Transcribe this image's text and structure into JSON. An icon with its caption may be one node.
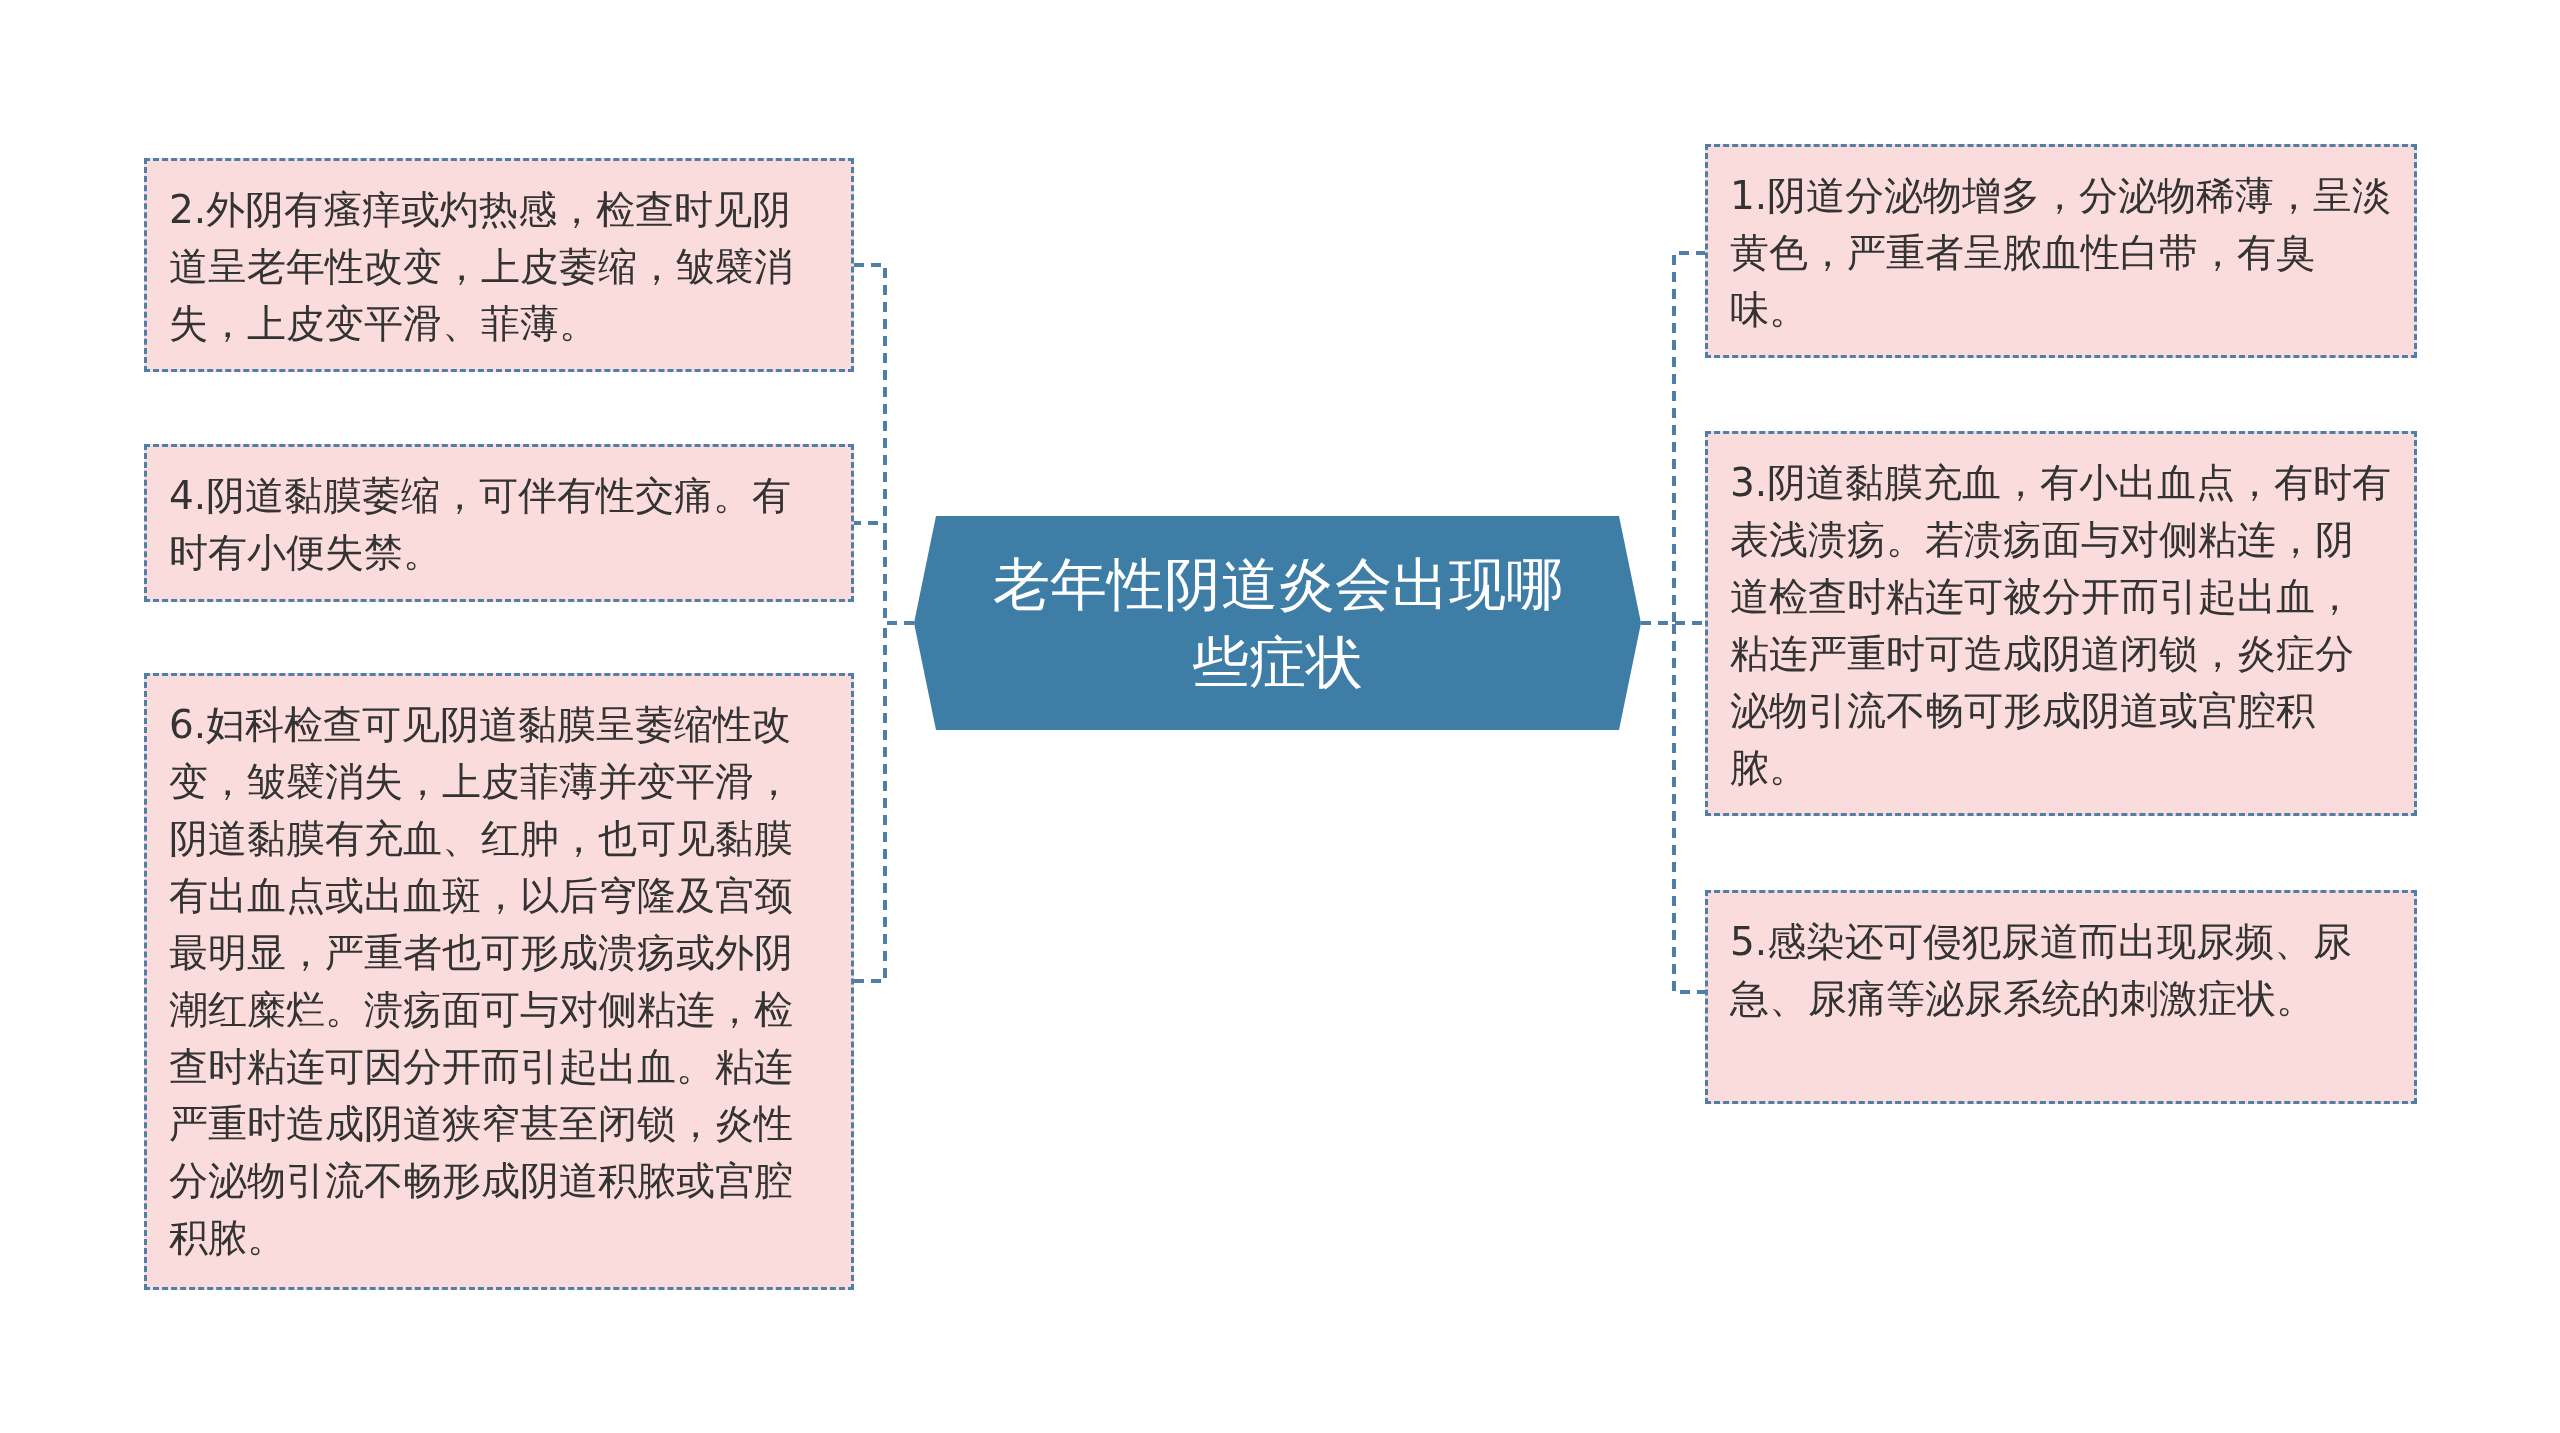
{
  "diagram": {
    "nodes": [
      {
        "text": [
          "老年性阴道炎会出现哪些症状"
        ]
      },
      {
        "text": [
          "1.阴道分泌物增多，分泌物稀薄，呈淡黄色，严重者呈脓血性白带，有臭味。"
        ]
      },
      {
        "text": [
          "2.外阴有瘙痒或灼热感，检查时见阴道呈老年性改变，上皮萎缩，皱襞消失，上皮变平滑、菲薄。"
        ]
      },
      {
        "text": [
          "3.阴道黏膜充血，有小出血点，有时有表浅溃疡。若溃疡面与对侧粘连，阴道检查时粘连可被分开而引起出血，粘连严重时可造成阴道闭锁，炎症分泌物引流不畅可形成阴道或宫腔积脓。"
        ]
      },
      {
        "text": [
          "4.阴道黏膜萎缩，可伴有性交痛。有时有小便失禁。"
        ]
      },
      {
        "text": [
          "5.感染还可侵犯尿道而出现尿频、尿急、尿痛等泌尿系统的刺激症状。"
        ]
      },
      {
        "text": [
          "6.妇科检查可见阴道黏膜呈萎缩性改变，皱襞消失，上皮菲薄并变平滑，阴道黏膜有充血、红肿，也可见黏膜有出血点或出血斑，以后穹隆及宫颈最明显，严重者也可形成溃疡或外阴潮红糜烂。溃疡面可与对侧粘连，检查时粘连可因分开而引起出血。粘连严重时造成阴道狭窄甚至闭锁，炎性分泌物引流不畅形成阴道积脓或宫腔积脓。"
        ]
      }
    ],
    "edges": [
      {
        "from": 0,
        "to": 1,
        "arrow": "none",
        "style": "dashed"
      },
      {
        "from": 0,
        "to": 2,
        "arrow": "none",
        "style": "dashed"
      },
      {
        "from": 0,
        "to": 3,
        "arrow": "none",
        "style": "dashed"
      },
      {
        "from": 0,
        "to": 4,
        "arrow": "none",
        "style": "dashed"
      },
      {
        "from": 0,
        "to": 5,
        "arrow": "none",
        "style": "dashed"
      },
      {
        "from": 0,
        "to": 6,
        "arrow": "none",
        "style": "dashed"
      }
    ]
  }
}
